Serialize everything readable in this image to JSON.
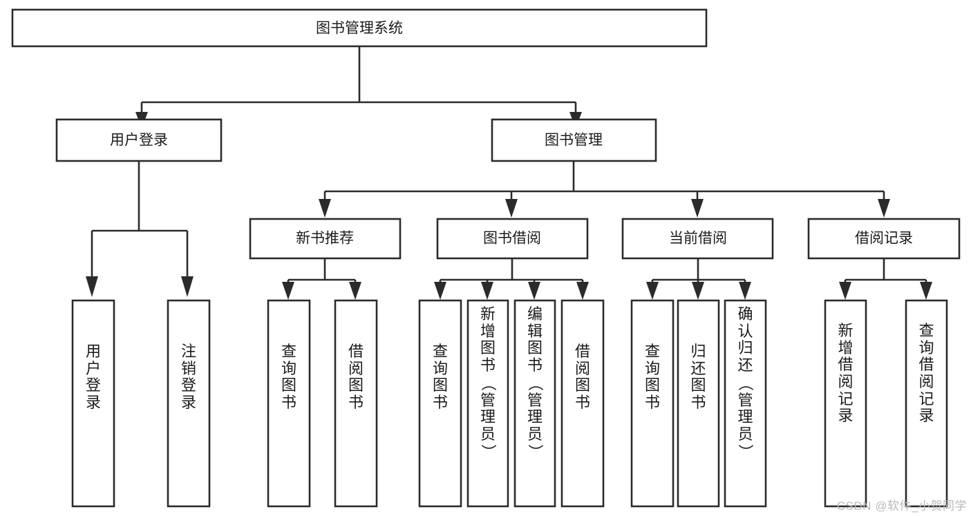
{
  "diagram": {
    "type": "tree-hierarchy-chart",
    "title": "图书管理系统",
    "watermark": "CSDN @软件_小贺同学",
    "colors": {
      "stroke": "#2b2b2b",
      "box_fill": "#ffffff",
      "text": "#1b1b1b",
      "background": "#ffffff",
      "watermark": "#b9b9b9"
    },
    "levels": {
      "root": {
        "label": "图书管理系统"
      },
      "level2": [
        {
          "label": "用户登录"
        },
        {
          "label": "图书管理"
        }
      ],
      "level3": [
        {
          "label": "新书推荐"
        },
        {
          "label": "图书借阅"
        },
        {
          "label": "当前借阅"
        },
        {
          "label": "借阅记录"
        }
      ],
      "leaves": {
        "user_login": [
          {
            "label": "用户登录"
          },
          {
            "label": "注销登录"
          }
        ],
        "new_book_recommend": [
          {
            "label": "查询图书"
          },
          {
            "label": "借阅图书"
          }
        ],
        "book_borrow": [
          {
            "label": "查询图书"
          },
          {
            "label": "新增图书（管理员）"
          },
          {
            "label": "编辑图书（管理员）"
          },
          {
            "label": "借阅图书"
          }
        ],
        "current_borrow": [
          {
            "label": "查询图书"
          },
          {
            "label": "归还图书"
          },
          {
            "label": "确认归还（管理员）"
          }
        ],
        "borrow_record": [
          {
            "label": "新增借阅记录"
          },
          {
            "label": "查询借阅记录"
          }
        ]
      }
    }
  }
}
